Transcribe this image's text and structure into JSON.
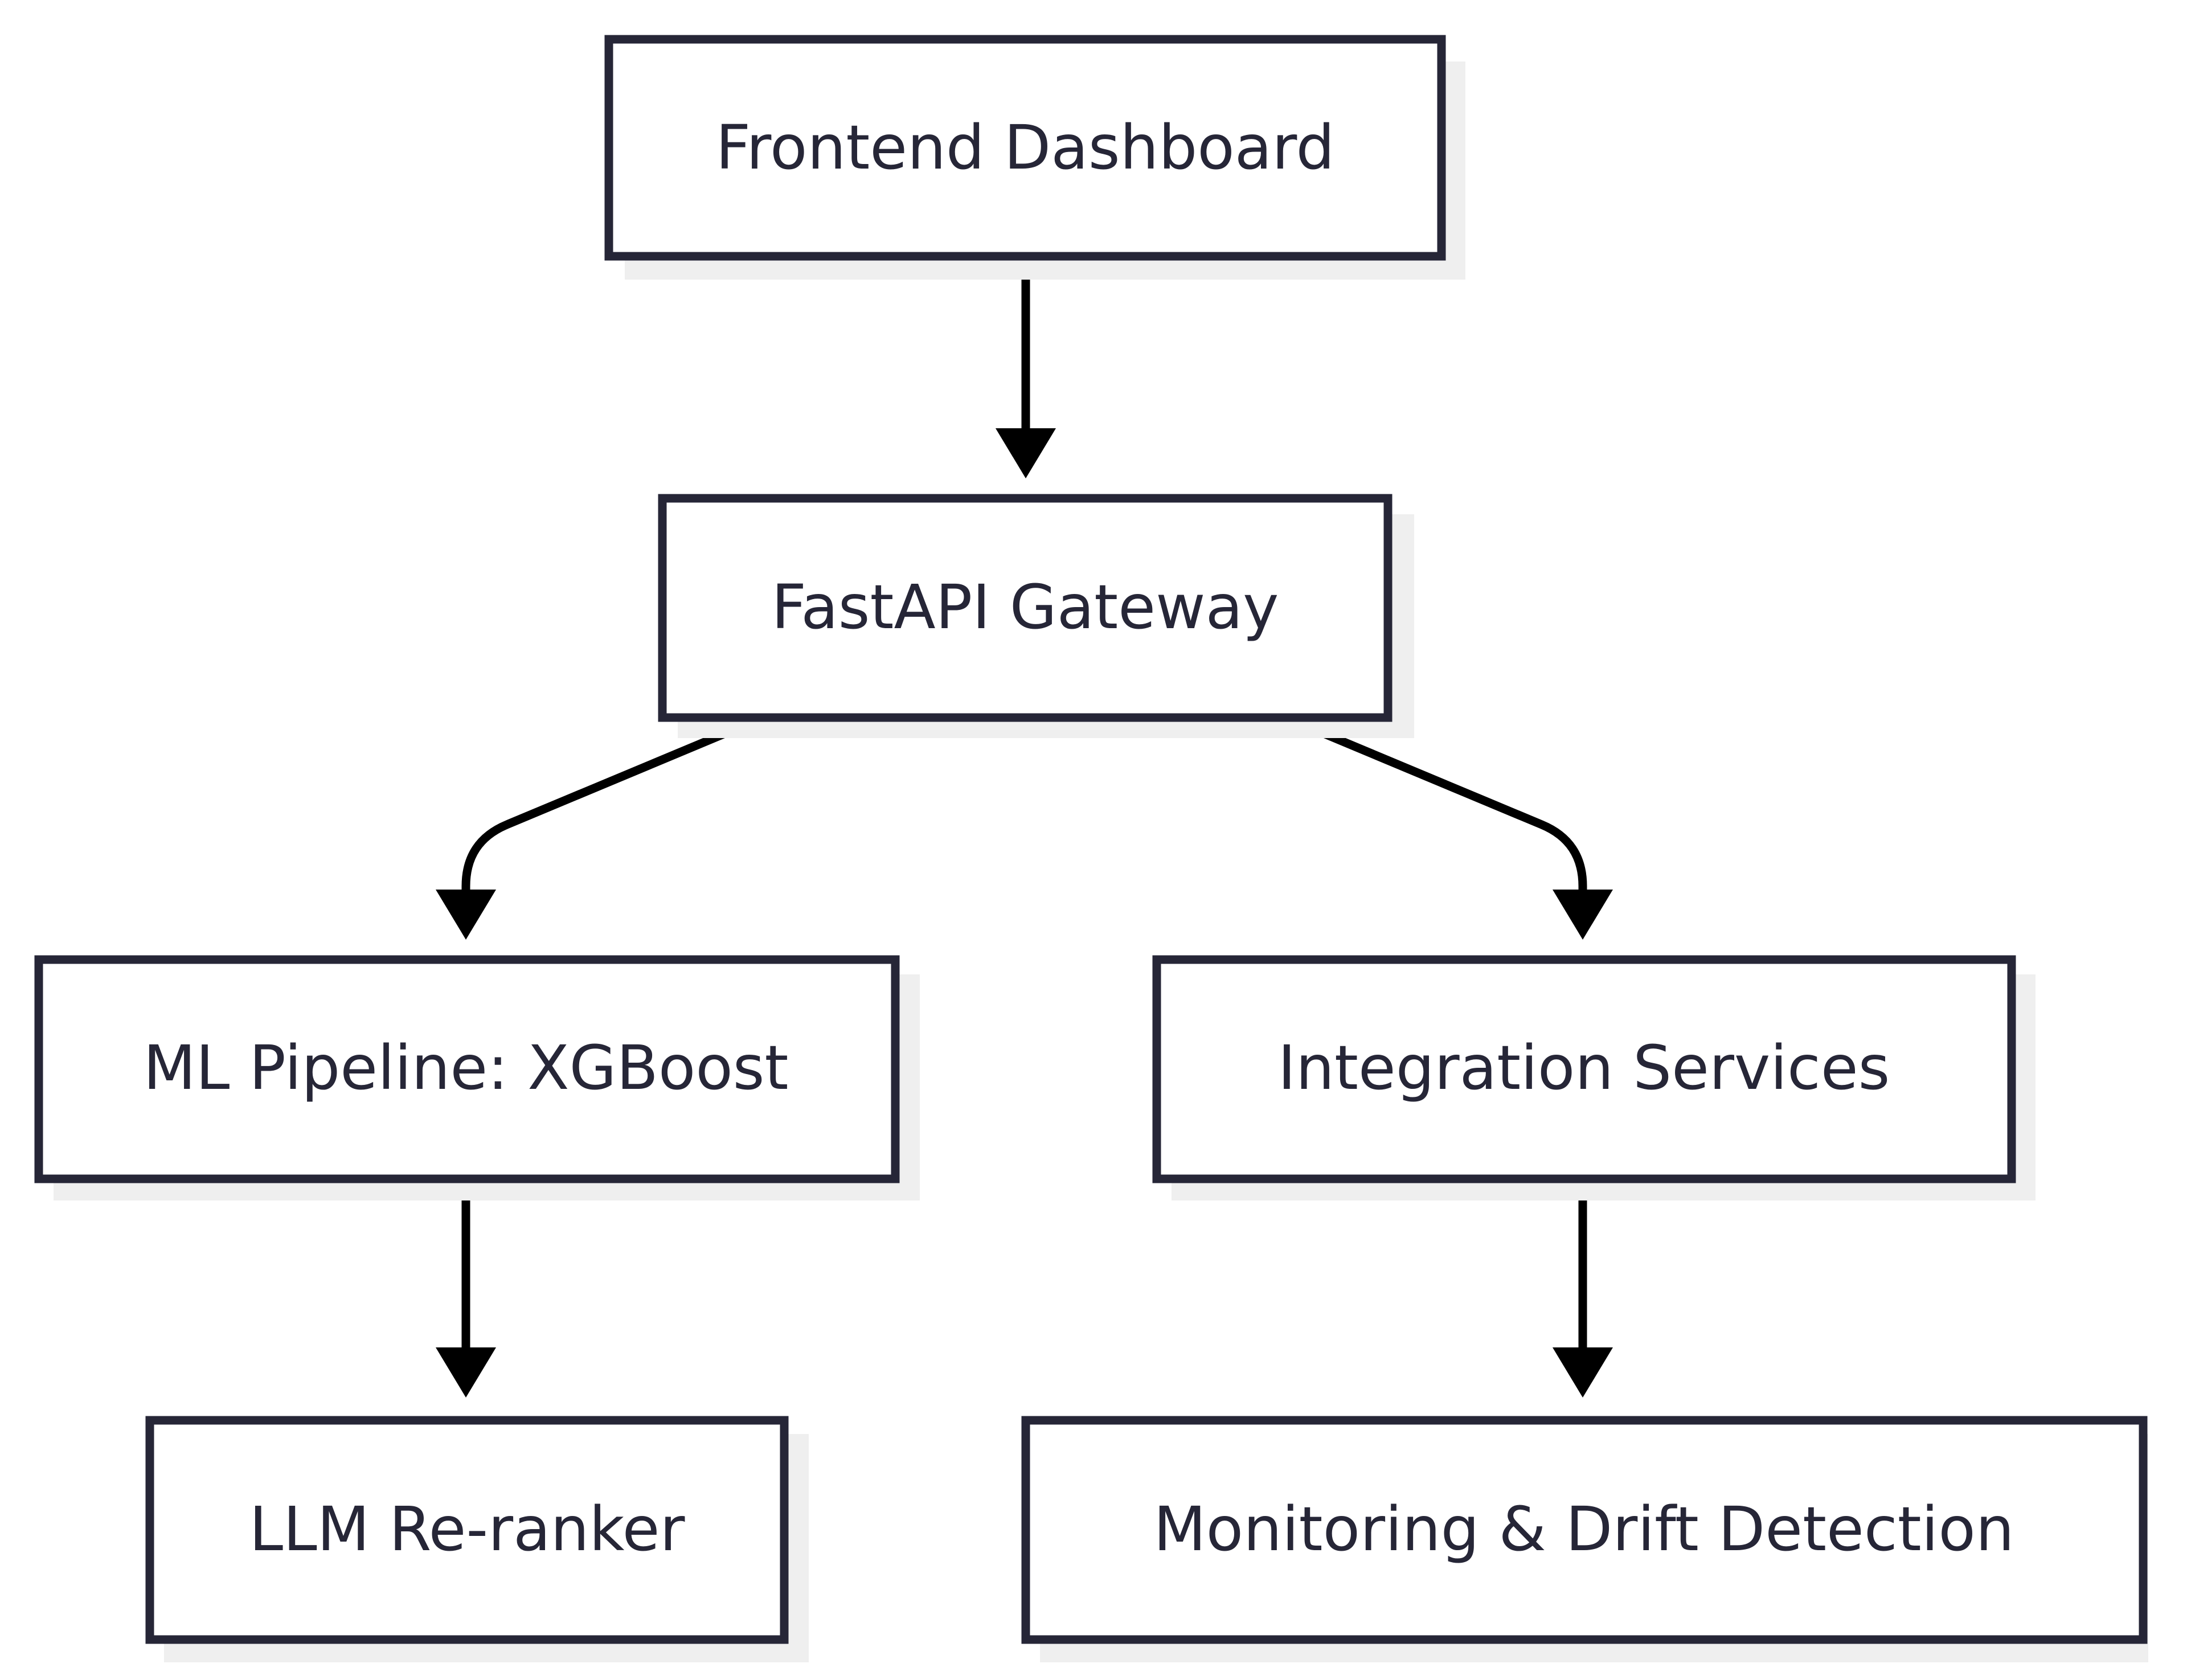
{
  "diagram": {
    "nodes": {
      "frontend": {
        "label": "Frontend Dashboard"
      },
      "gateway": {
        "label": "FastAPI Gateway"
      },
      "ml": {
        "label": "ML Pipeline: XGBoost"
      },
      "integration": {
        "label": "Integration Services"
      },
      "llm": {
        "label": "LLM Re-ranker"
      },
      "monitoring": {
        "label": "Monitoring & Drift Detection"
      }
    },
    "edges": [
      {
        "from": "Frontend Dashboard",
        "to": "FastAPI Gateway"
      },
      {
        "from": "FastAPI Gateway",
        "to": "ML Pipeline: XGBoost"
      },
      {
        "from": "FastAPI Gateway",
        "to": "Integration Services"
      },
      {
        "from": "ML Pipeline: XGBoost",
        "to": "LLM Re-ranker"
      },
      {
        "from": "Integration Services",
        "to": "Monitoring & Drift Detection"
      }
    ]
  }
}
